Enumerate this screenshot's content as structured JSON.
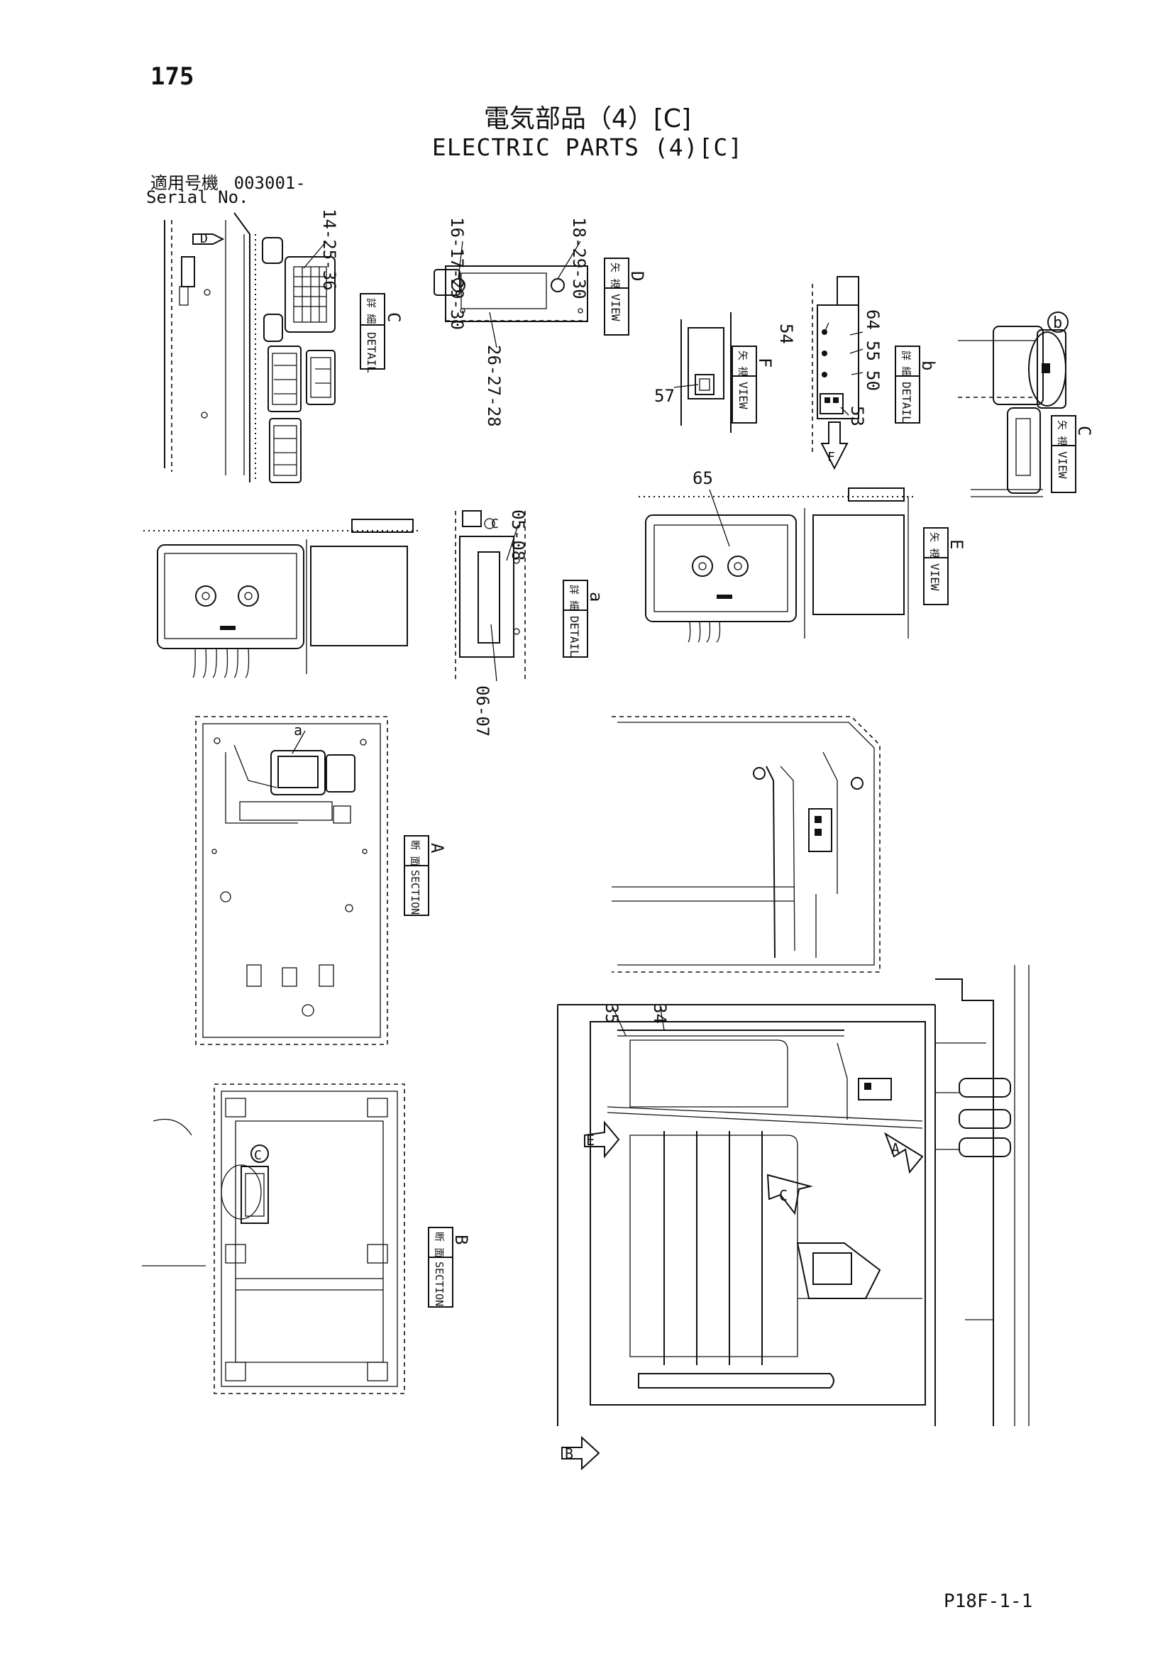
{
  "page": {
    "number": "175",
    "title_jp": "電気部品（4）[C]",
    "title_en": "ELECTRIC PARTS (4)[C]",
    "serial_label_jp": "適用号機",
    "serial_value": "003001-",
    "serial_label_en": "Serial No.",
    "doc_code": "P18F-1-1"
  },
  "labels": {
    "detail_c": {
      "jp": "詳 細",
      "en": "DETAIL",
      "letter": "C"
    },
    "detail_b": {
      "jp": "詳 細",
      "en": "DETAIL",
      "letter": "b"
    },
    "detail_a": {
      "jp": "詳 細",
      "en": "DETAIL",
      "letter": "a"
    },
    "view_d": {
      "jp": "矢 視",
      "en": "VIEW",
      "letter": "D"
    },
    "view_f": {
      "jp": "矢 視",
      "en": "VIEW",
      "letter": "F"
    },
    "view_c": {
      "jp": "矢 視",
      "en": "VIEW",
      "letter": "C"
    },
    "view_e": {
      "jp": "矢 視",
      "en": "VIEW",
      "letter": "E"
    },
    "section_a": {
      "jp": "断 面",
      "en": "SECTION",
      "letter": "A"
    },
    "section_b": {
      "jp": "断 面",
      "en": "SECTION",
      "letter": "B"
    }
  },
  "part_refs": {
    "detail_c_refs": "14-25-36",
    "view_d_refs_1": "16-17-29-30",
    "view_d_refs_2": "18-29-30",
    "view_d_refs_3": "26-27-28",
    "detail_b_54": "54",
    "detail_b_64": "64",
    "detail_b_55": "55",
    "detail_b_50": "50",
    "detail_b_53": "53",
    "view_f_57": "57",
    "view_e_65": "65",
    "detail_a_refs_1": "05-08",
    "detail_a_refs_2": "06-07",
    "main_35": "35",
    "main_34": "34"
  },
  "arrow_marks": {
    "d": "D",
    "f": "F",
    "b_small": "b",
    "a_small": "a",
    "c_small": "C",
    "c_circle": "C",
    "e": "E",
    "a": "A",
    "c_big": "C",
    "b": "B"
  }
}
